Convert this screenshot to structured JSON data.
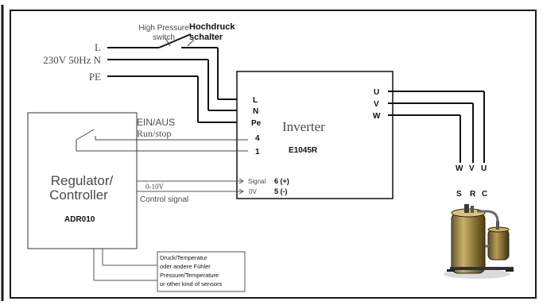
{
  "labels": {
    "high_pressure_switch_en_line1": "High Pressure",
    "high_pressure_switch_en_line2": "switch",
    "high_pressure_switch_de_line1": "Hochdruck",
    "high_pressure_switch_de_line2": "schalter",
    "input_L": "L",
    "input_voltage": "230V 50Hz N",
    "input_PE": "PE"
  },
  "inverter": {
    "title": "Inverter",
    "model": "E1045R",
    "terminal_L": "L",
    "terminal_N": "N",
    "terminal_Pe": "Pe",
    "terminal_4": "4",
    "terminal_1": "1",
    "signal_label": "Signal",
    "signal_terminal": "6 (+)",
    "ov_label": "0V",
    "ov_terminal": "5 (-)",
    "out_U": "U",
    "out_V": "V",
    "out_W": "W"
  },
  "controller": {
    "title_line1": "Regulator/",
    "title_line2": "Controller",
    "model": "ADR010",
    "ein_aus": "EIN/AUS",
    "run_stop": "Run/stop",
    "voltage_range": "0-10V",
    "control_signal": "Control signal"
  },
  "sensor_box": {
    "line1": "Druck/Temperatur",
    "line2": "oder andere Fühler",
    "line3": "Pressure/Temperature",
    "line4": "or other kind of sensors"
  },
  "compressor_terminals": {
    "top_W": "W",
    "top_V": "V",
    "top_U": "U",
    "bottom_S": "S",
    "bottom_R": "R",
    "bottom_C": "C"
  },
  "colors": {
    "wire_black": "#111111",
    "wire_gray": "#666666",
    "frame": "#1a1a1a"
  }
}
